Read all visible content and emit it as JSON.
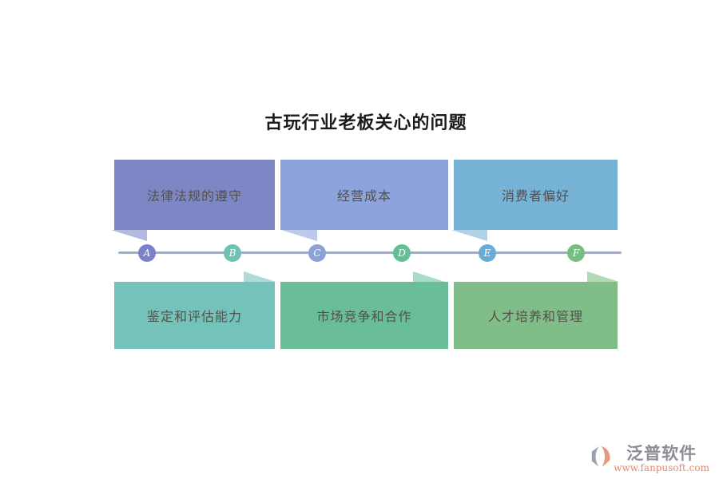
{
  "title": {
    "text": "古玩行业老板关心的问题",
    "color": "#1a1a1a"
  },
  "boxes": {
    "text_color": "#52504a",
    "top": [
      {
        "label": "法律法规的遵守",
        "color": "#7f86c6",
        "tail_color": "#b3badf"
      },
      {
        "label": "经营成本",
        "color": "#8ca3db",
        "tail_color": "#bcc9ea"
      },
      {
        "label": "消费者偏好",
        "color": "#77b2d7",
        "tail_color": "#b0d2e7"
      }
    ],
    "bottom": [
      {
        "label": "鉴定和评估能力",
        "color": "#73c3ba",
        "tail_color": "#aedbd5"
      },
      {
        "label": "市场竞争和合作",
        "color": "#69bd99",
        "tail_color": "#a9dcc6"
      },
      {
        "label": "人才培养和管理",
        "color": "#80bd88",
        "tail_color": "#b4d9b7"
      }
    ]
  },
  "timeline": {
    "line_color": "#9aaade",
    "nodes": [
      {
        "label": "A",
        "color": "#7b82ca"
      },
      {
        "label": "B",
        "color": "#6fc2b2"
      },
      {
        "label": "C",
        "color": "#8aa1da"
      },
      {
        "label": "D",
        "color": "#63c094"
      },
      {
        "label": "E",
        "color": "#68acd5"
      },
      {
        "label": "F",
        "color": "#74c080"
      }
    ]
  },
  "watermark": {
    "brand": "泛普软件",
    "url": "www.fanpusoft.com",
    "brand_color": "#8d8d95",
    "url_color": "#e08a70",
    "icon_gray": "#9aa2b2",
    "icon_salmon": "#e59a82"
  }
}
